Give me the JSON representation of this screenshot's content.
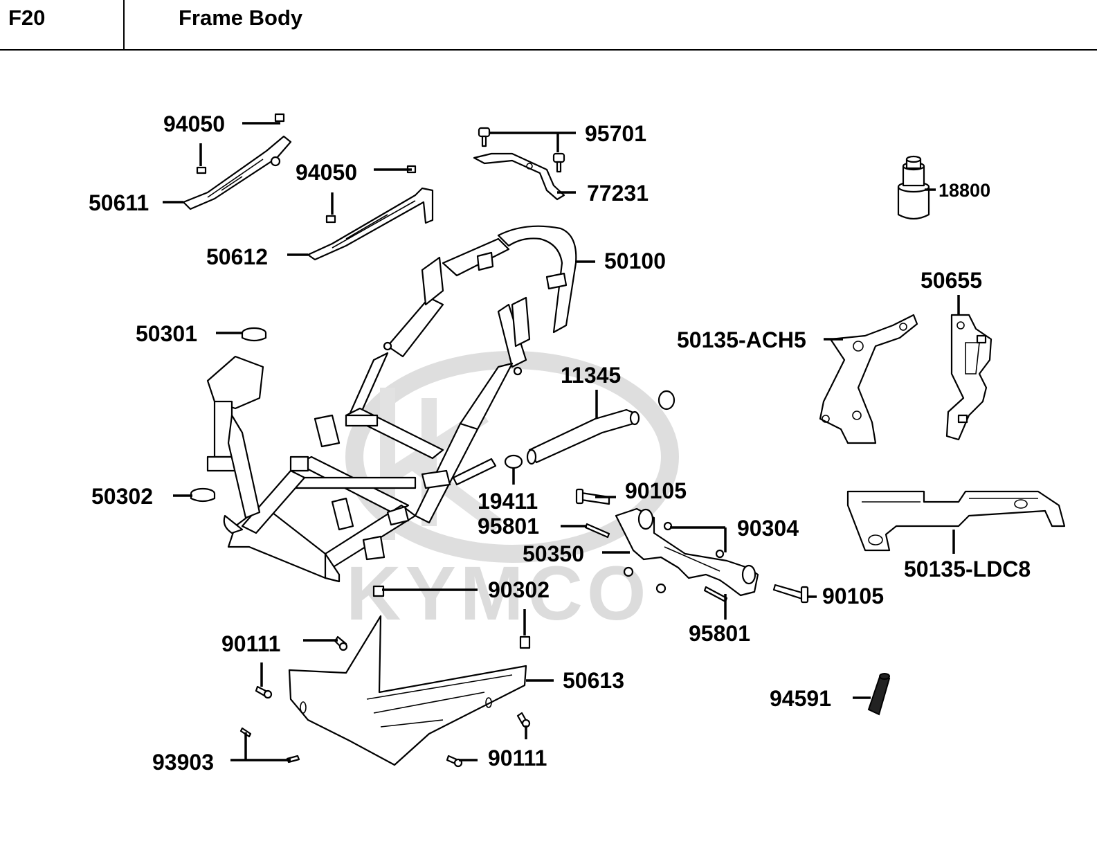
{
  "header": {
    "code": "F20",
    "title": "Frame Body"
  },
  "watermark": {
    "text": "KYMCO"
  },
  "labels": {
    "p94050a": "94050",
    "p94050b": "94050",
    "p50611": "50611",
    "p50612": "50612",
    "p95701": "95701",
    "p77231": "77231",
    "p18800": "18800",
    "p50100": "50100",
    "p50655": "50655",
    "p50301": "50301",
    "p50135ach5": "50135-ACH5",
    "p11345": "11345",
    "p50302": "50302",
    "p19411": "19411",
    "p90105a": "90105",
    "p95801a": "95801",
    "p90304": "90304",
    "p50350": "50350",
    "p50135ldc8": "50135-LDC8",
    "p90302": "90302",
    "p90105b": "90105",
    "p95801b": "95801",
    "p90111a": "90111",
    "p50613": "50613",
    "p94591": "94591",
    "p93903": "93903",
    "p90111b": "90111"
  }
}
